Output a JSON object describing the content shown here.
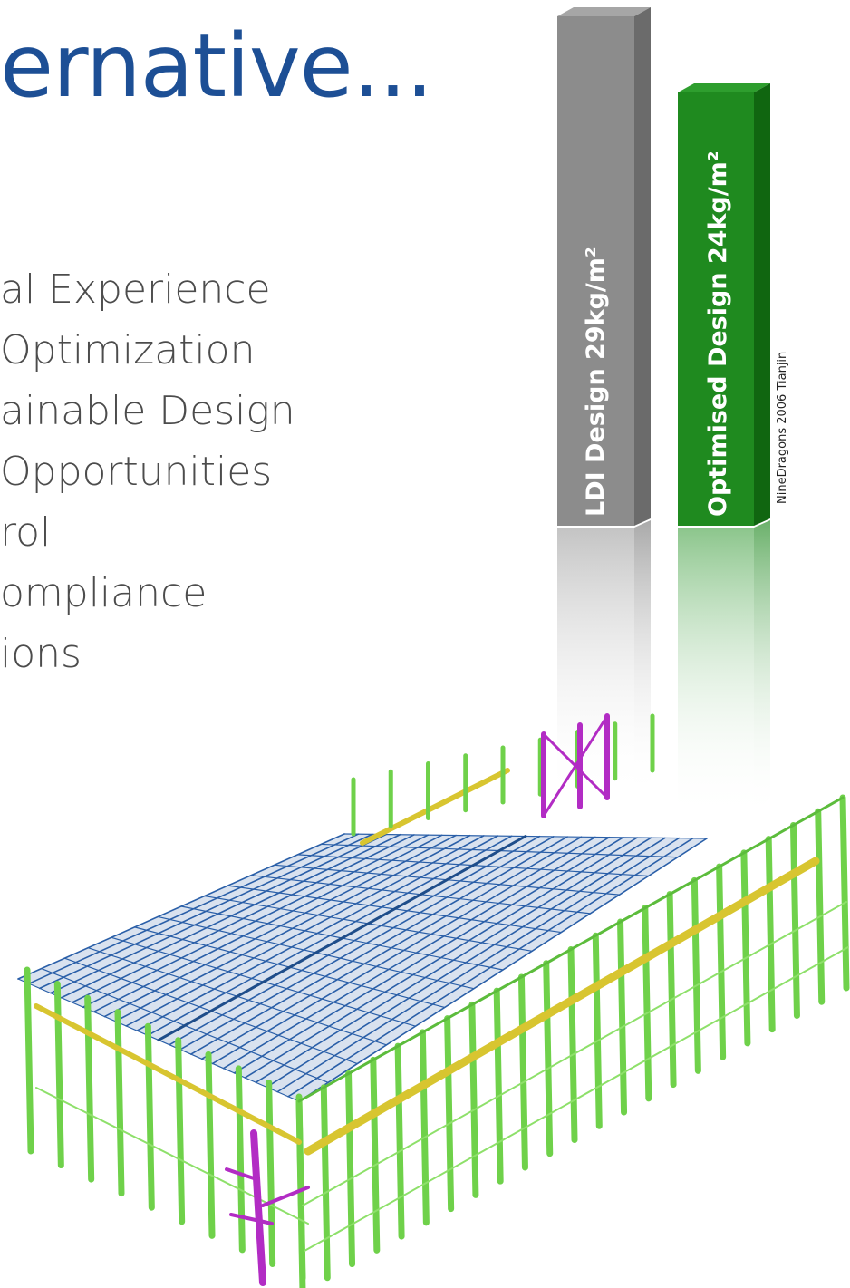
{
  "slide": {
    "title": "ernative...",
    "bullets": [
      "al Experience",
      " Optimization",
      "ainable Design",
      "Opportunities",
      "rol",
      "ompliance",
      "ions"
    ],
    "credit": "NineDragons 2006 Tianjin"
  },
  "bars": [
    {
      "label": "LDI Design  29kg/m²",
      "value": 29,
      "unit": "kg/m²",
      "color": "#8c8c8c"
    },
    {
      "label": "Optimised Design  24kg/m²",
      "value": 24,
      "unit": "kg/m²",
      "color": "#1f8a1f"
    }
  ],
  "colors": {
    "title": "#1d4f95",
    "bullet_text": "#4c4c4c",
    "steel_columns": "#6fd14a",
    "roof": "#2a5fa8",
    "bracing_magenta": "#b22cc4",
    "beam_yellow": "#d8c530"
  },
  "icons": {
    "structure": "steel-frame-model-icon"
  }
}
